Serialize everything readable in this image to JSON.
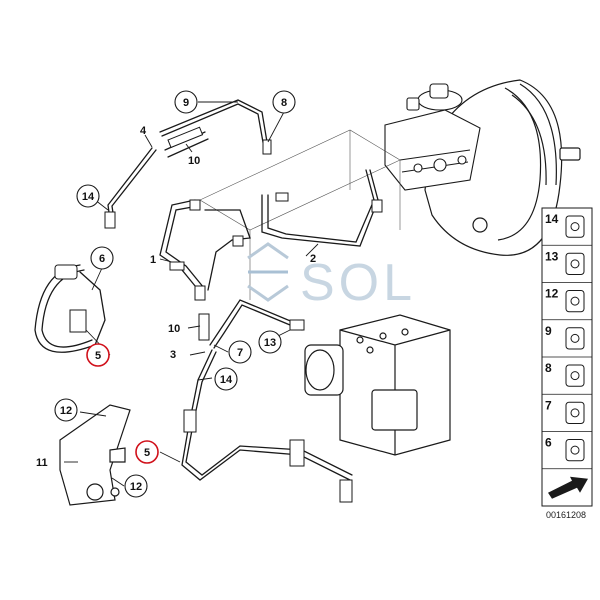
{
  "diagram_id": "00161208",
  "watermark": "SOL",
  "callouts": [
    {
      "id": "c9",
      "label": "9"
    },
    {
      "id": "c8",
      "label": "8"
    },
    {
      "id": "c14a",
      "label": "14"
    },
    {
      "id": "c6",
      "label": "6"
    },
    {
      "id": "c5a",
      "label": "5",
      "highlight": true
    },
    {
      "id": "c13",
      "label": "13"
    },
    {
      "id": "c7",
      "label": "7"
    },
    {
      "id": "c14b",
      "label": "14"
    },
    {
      "id": "c12a",
      "label": "12"
    },
    {
      "id": "c5b",
      "label": "5",
      "highlight": true
    },
    {
      "id": "c12b",
      "label": "12"
    }
  ],
  "labels": [
    {
      "id": "l4",
      "label": "4"
    },
    {
      "id": "l10a",
      "label": "10"
    },
    {
      "id": "l1",
      "label": "1"
    },
    {
      "id": "l2",
      "label": "2"
    },
    {
      "id": "l10b",
      "label": "10"
    },
    {
      "id": "l3",
      "label": "3"
    },
    {
      "id": "l11",
      "label": "11"
    }
  ],
  "side_panel": [
    {
      "label": "14"
    },
    {
      "label": "13"
    },
    {
      "label": "12"
    },
    {
      "label": "9"
    },
    {
      "label": "8"
    },
    {
      "label": "7"
    },
    {
      "label": "6"
    },
    {
      "label": ""
    }
  ],
  "colors": {
    "line": "#1a1a1a",
    "highlight": "#d0101a",
    "watermark": "#b8c9d8"
  }
}
